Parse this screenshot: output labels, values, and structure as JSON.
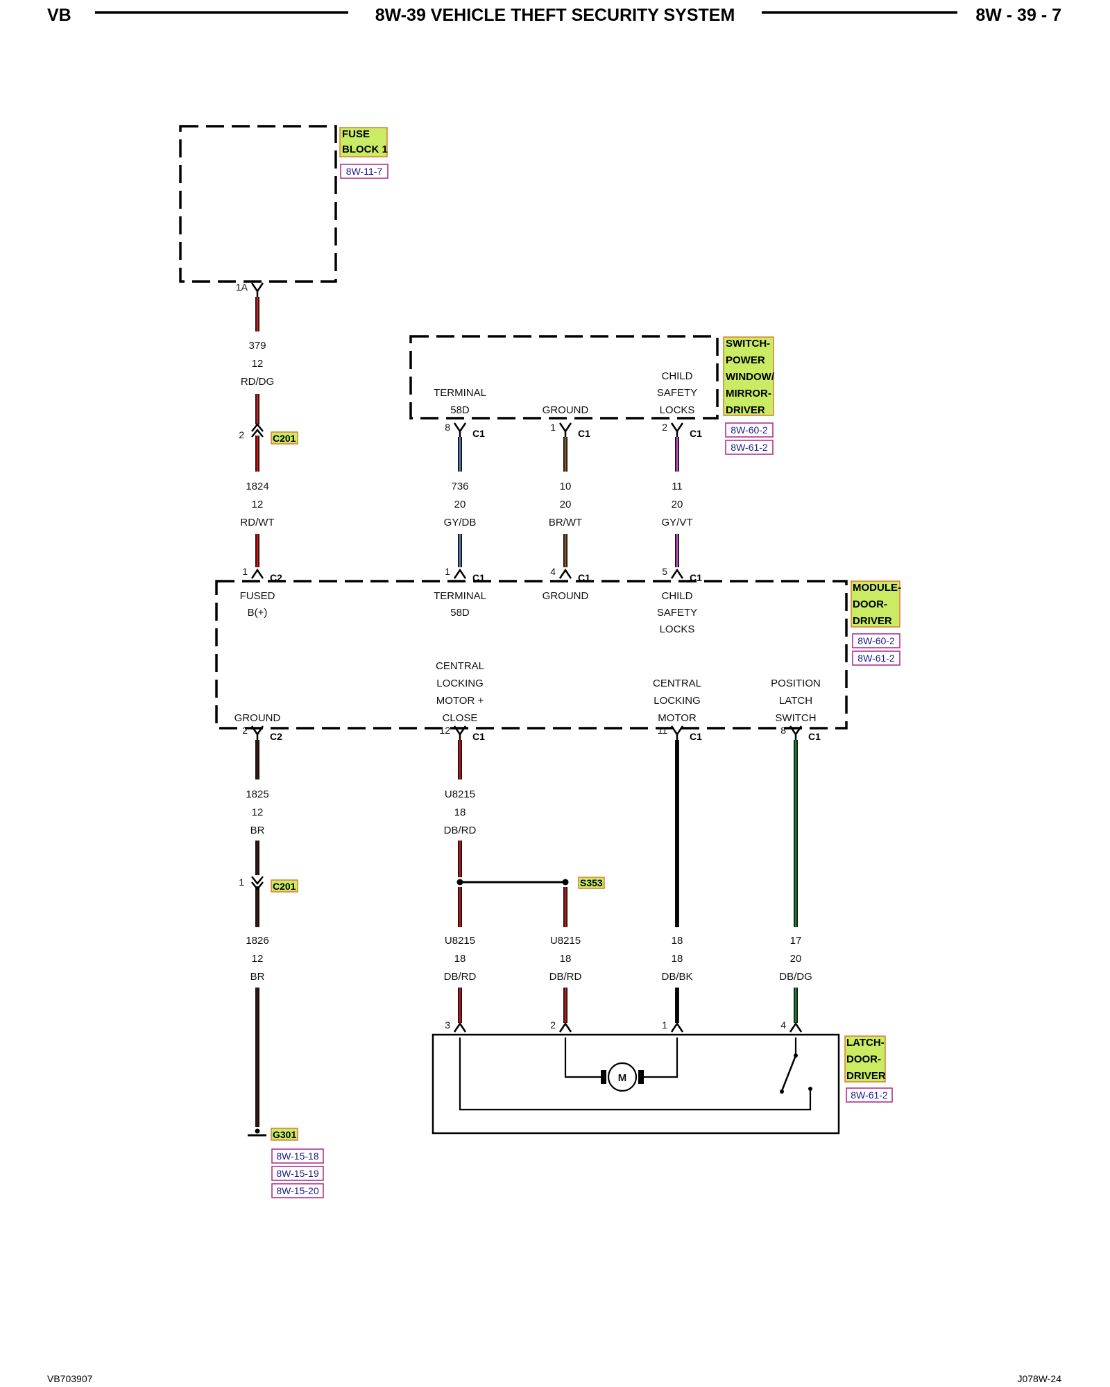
{
  "header": {
    "left": "VB",
    "title": "8W-39 VEHICLE THEFT SECURITY SYSTEM",
    "right": "8W - 39 - 7"
  },
  "footer": {
    "left": "VB703907",
    "right": "J078W-24"
  },
  "components": {
    "fuse_block": {
      "name_lines": [
        "FUSE",
        "BLOCK 1"
      ],
      "refs": [
        "8W-11-7"
      ]
    },
    "switch": {
      "name_lines": [
        "SWITCH-",
        "POWER",
        "WINDOW/",
        "MIRROR-",
        "DRIVER"
      ],
      "refs": [
        "8W-60-2",
        "8W-61-2"
      ],
      "terminals": {
        "terminal": [
          "TERMINAL",
          "58D"
        ],
        "ground": [
          "GROUND"
        ],
        "child": [
          "CHILD",
          "SAFETY",
          "LOCKS"
        ]
      }
    },
    "module": {
      "name_lines": [
        "MODULE-",
        "DOOR-",
        "DRIVER"
      ],
      "refs": [
        "8W-60-2",
        "8W-61-2"
      ],
      "terminals": {
        "fused": [
          "FUSED",
          "B(+)"
        ],
        "terminal": [
          "TERMINAL",
          "58D"
        ],
        "ground_top": [
          "GROUND"
        ],
        "child": [
          "CHILD",
          "SAFETY",
          "LOCKS"
        ],
        "ground_bottom": [
          "GROUND"
        ],
        "central_close": [
          "CENTRAL",
          "LOCKING",
          "MOTOR +",
          "CLOSE"
        ],
        "central_motor": [
          "CENTRAL",
          "LOCKING",
          "MOTOR"
        ],
        "position": [
          "POSITION",
          "LATCH",
          "SWITCH"
        ]
      }
    },
    "latch": {
      "name_lines": [
        "LATCH-",
        "DOOR-",
        "DRIVER"
      ],
      "refs": [
        "8W-61-2"
      ],
      "motor_label": "M"
    },
    "ground": {
      "name": "G301",
      "refs": [
        "8W-15-18",
        "8W-15-19",
        "8W-15-20"
      ]
    },
    "splice": {
      "name": "S353"
    },
    "inline_connector": {
      "name": "C201"
    }
  },
  "wires": {
    "w379": {
      "circuit": "379",
      "gauge": "12",
      "color": "RD/DG",
      "stroke": "#d42020"
    },
    "w1824": {
      "circuit": "1824",
      "gauge": "12",
      "color": "RD/WT",
      "stroke": "#e01010"
    },
    "w736": {
      "circuit": "736",
      "gauge": "20",
      "color": "GY/DB",
      "stroke": "#5a7fb8"
    },
    "w10": {
      "circuit": "10",
      "gauge": "20",
      "color": "BR/WT",
      "stroke": "#8a5a1a"
    },
    "w11": {
      "circuit": "11",
      "gauge": "20",
      "color": "GY/VT",
      "stroke": "#c850c8"
    },
    "w1825": {
      "circuit": "1825",
      "gauge": "12",
      "color": "BR",
      "stroke": "#3a1a10"
    },
    "w1826": {
      "circuit": "1826",
      "gauge": "12",
      "color": "BR",
      "stroke": "#3a1a10"
    },
    "wU8215a": {
      "circuit": "U8215",
      "gauge": "18",
      "color": "DB/RD",
      "stroke": "#c81818"
    },
    "wU8215b": {
      "circuit": "U8215",
      "gauge": "18",
      "color": "DB/RD",
      "stroke": "#c81818"
    },
    "wU8215c": {
      "circuit": "U8215",
      "gauge": "18",
      "color": "DB/RD",
      "stroke": "#c81818"
    },
    "w18": {
      "circuit": "18",
      "gauge": "18",
      "color": "DB/BK",
      "stroke": "#000000"
    },
    "w17": {
      "circuit": "17",
      "gauge": "20",
      "color": "DB/DG",
      "stroke": "#1a8a2a"
    }
  },
  "pins": {
    "fuse_1a": "1A",
    "c201_top": "2",
    "sw_8": "8",
    "sw_1": "1",
    "sw_2": "2",
    "mod_c2_1": "1",
    "mod_c1_1": "1",
    "mod_c1_4": "4",
    "mod_c1_5": "5",
    "mod_c2_2": "2",
    "mod_c1_12": "12",
    "mod_c1_11": "11",
    "mod_c1_8": "8",
    "c201_bot": "1",
    "latch_3": "3",
    "latch_2": "2",
    "latch_1": "1",
    "latch_4": "4"
  },
  "connector_ids": {
    "c1": "C1",
    "c2": "C2"
  },
  "colors": {
    "highlight": "#c9ec64",
    "highlight_border": "#e07a2a",
    "ref_border": "#b03090",
    "ref_text": "#1a1a8c"
  }
}
